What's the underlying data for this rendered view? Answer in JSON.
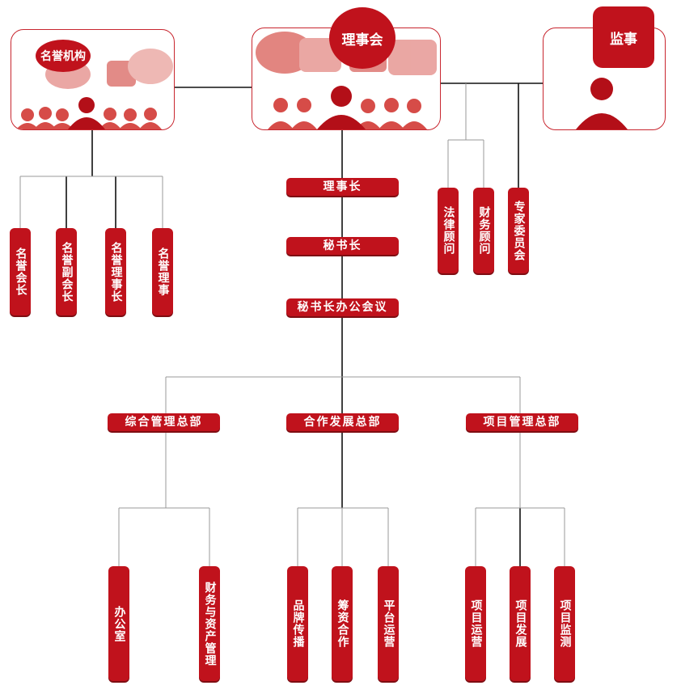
{
  "colors": {
    "primary": "#c0121c",
    "line_dark": "#111111",
    "line_light": "#999999",
    "bubble_light": "#e38a85"
  },
  "top": {
    "honorary": {
      "title": "名誉机构"
    },
    "council": {
      "title": "理事会"
    },
    "supervisor": {
      "title": "监事"
    }
  },
  "honorary_roles": [
    "名誉会长",
    "名誉副会长",
    "名誉理事长",
    "名誉理事"
  ],
  "advisors": [
    "法律顾问",
    "财务顾问",
    "专家委员会"
  ],
  "chain": [
    "理事长",
    "秘书长",
    "秘书长办公会议"
  ],
  "departments": [
    {
      "name": "综合管理总部",
      "units": [
        "办公室",
        "财务与资产管理"
      ]
    },
    {
      "name": "合作发展总部",
      "units": [
        "品牌传播",
        "筹资合作",
        "平台运营"
      ]
    },
    {
      "name": "项目管理总部",
      "units": [
        "项目运营",
        "项目发展",
        "项目监测"
      ]
    }
  ]
}
